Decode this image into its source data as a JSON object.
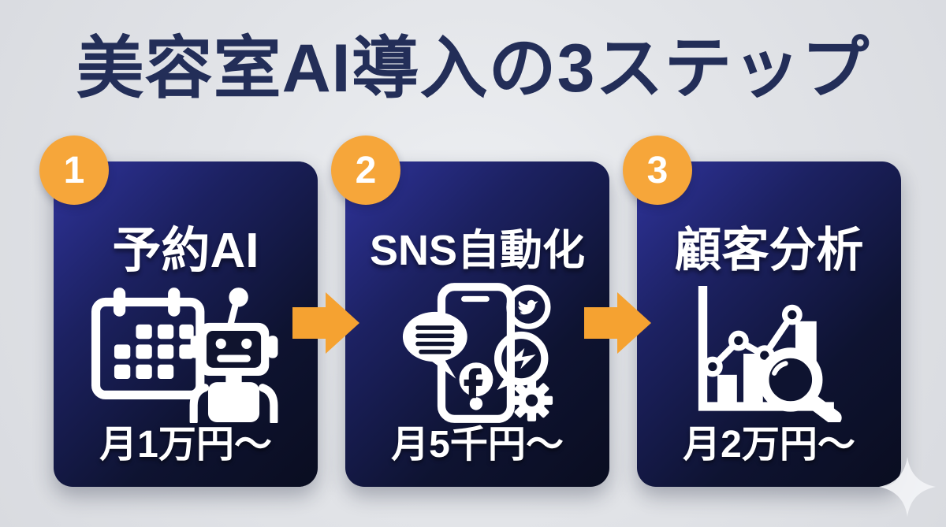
{
  "title": "美容室AI導入の3ステップ",
  "colors": {
    "background": "#e0e2e6",
    "title_text": "#232e58",
    "card_gradient_top": "#2f339b",
    "card_gradient_bottom": "#0a0d20",
    "badge_orange": "#f6a63a",
    "arrow_orange": "#f5a231",
    "icon_white": "#ffffff"
  },
  "steps": [
    {
      "number": "1",
      "title": "予約AI",
      "price": "月1万円〜",
      "icons": [
        "calendar-icon",
        "robot-icon"
      ]
    },
    {
      "number": "2",
      "title": "SNS自動化",
      "price": "月5千円〜",
      "icons": [
        "smartphone-icon",
        "chat-bubble-icon",
        "twitter-icon",
        "messenger-icon",
        "facebook-icon",
        "gear-icon"
      ]
    },
    {
      "number": "3",
      "title": "顧客分析",
      "price": "月2万円〜",
      "icons": [
        "bar-chart-icon",
        "trend-line-icon",
        "magnifier-icon"
      ]
    }
  ],
  "decorations": {
    "arrows": [
      "right-arrow",
      "right-arrow"
    ],
    "sparkle": "sparkle-icon"
  }
}
